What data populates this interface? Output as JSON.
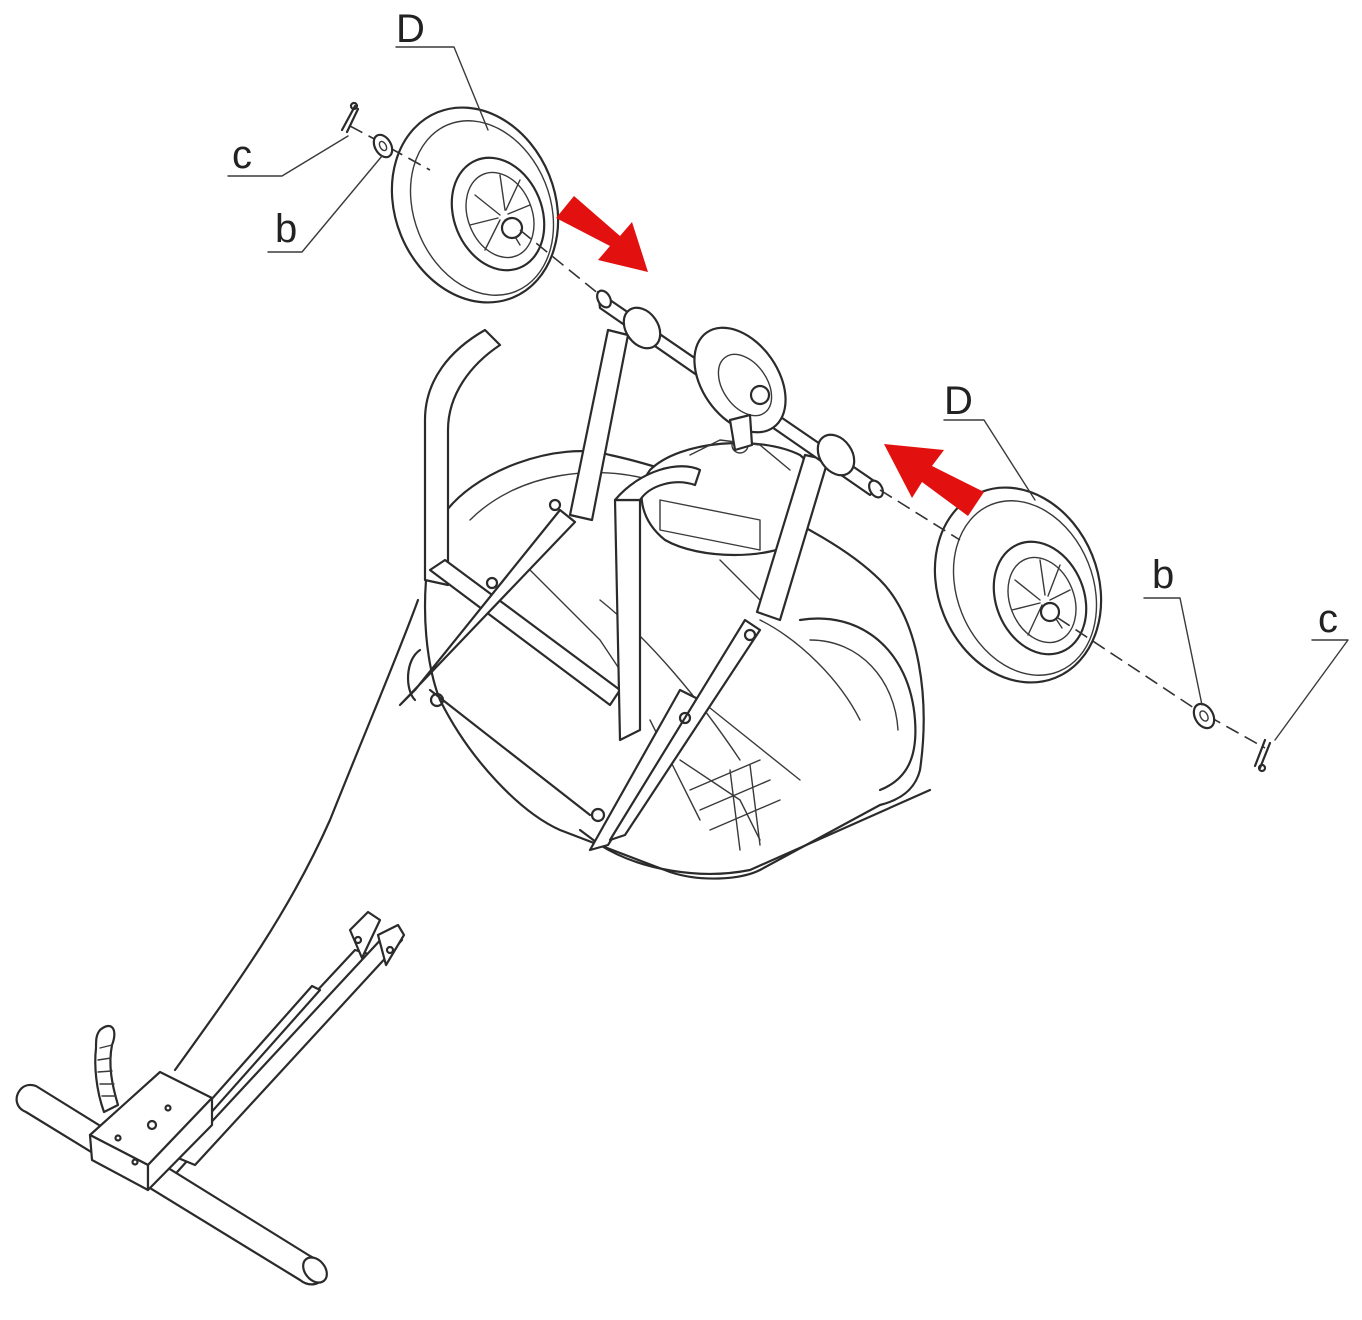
{
  "labels": {
    "wheel_left": "D",
    "washer_left": "b",
    "pin_left": "c",
    "wheel_right": "D",
    "washer_right": "b",
    "pin_right": "c"
  },
  "colors": {
    "arrow": "#e31010",
    "line": "#2b2b2b"
  }
}
